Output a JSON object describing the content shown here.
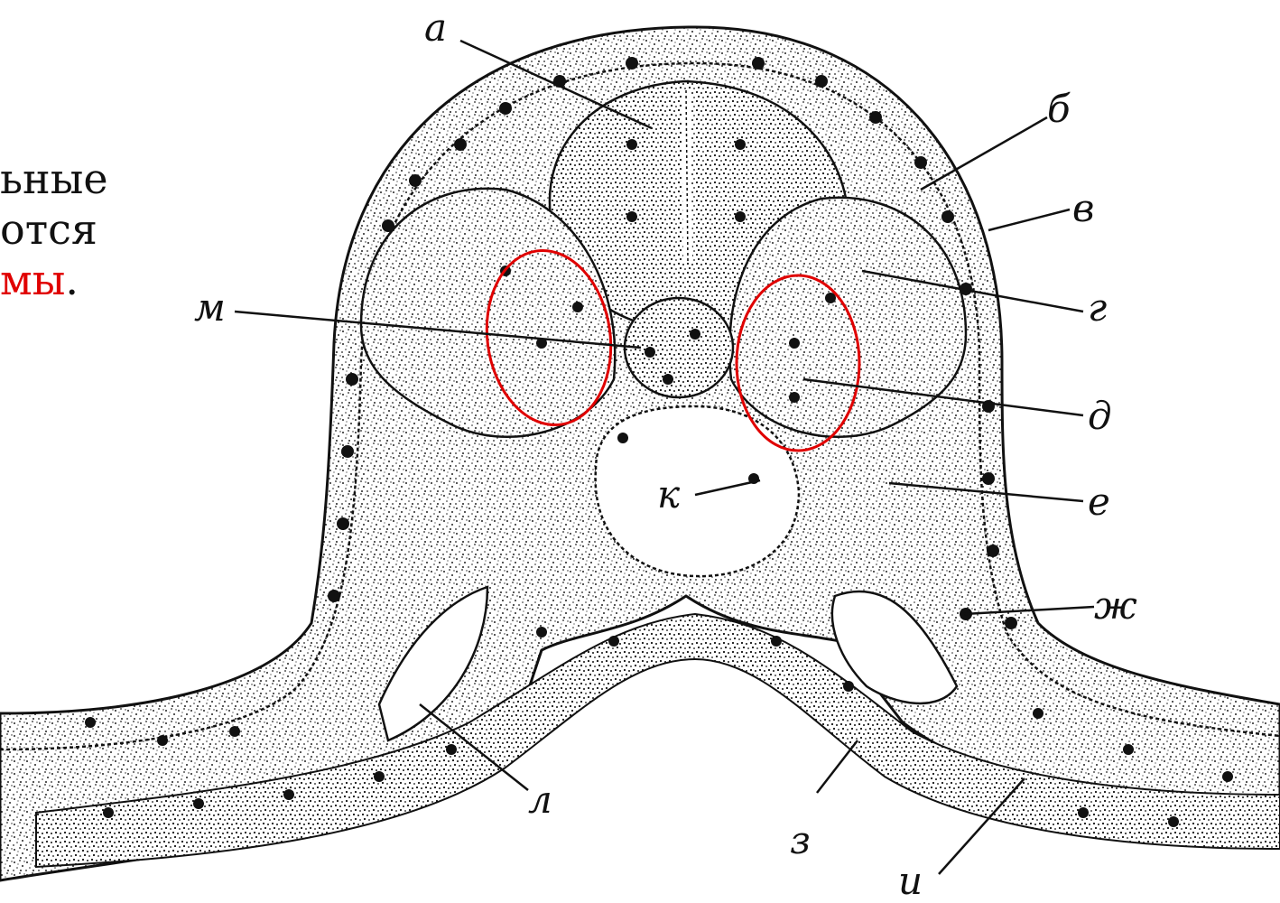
{
  "slide_text": {
    "line1": "ьные",
    "line2": "отся",
    "line3_highlight": "мы",
    "line3_tail": "."
  },
  "labels": {
    "a": "а",
    "b": "б",
    "v": "в",
    "g": "г",
    "d": "д",
    "e": "е",
    "zh": "ж",
    "z": "з",
    "i": "и",
    "k": "к",
    "l": "л",
    "m": "м"
  },
  "colors": {
    "highlight": "#e00000",
    "ink": "#111111"
  }
}
